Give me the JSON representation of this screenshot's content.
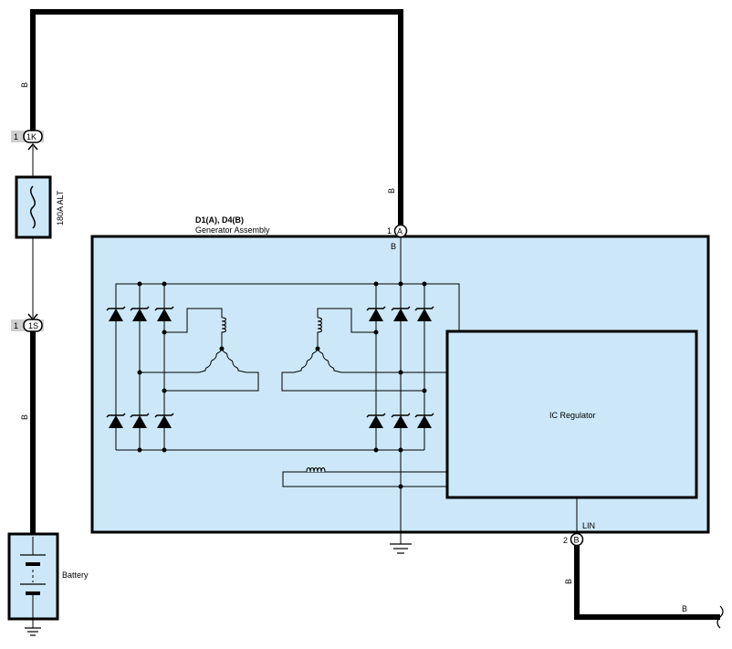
{
  "wire_color_code": "B",
  "lin_label": "LIN",
  "fuse": {
    "label": "180A ALT"
  },
  "connector_1k": {
    "pin": "1",
    "code": "1K"
  },
  "connector_1s": {
    "pin": "1",
    "code": "1S"
  },
  "connector_a": {
    "pin": "1",
    "code": "A"
  },
  "connector_b": {
    "pin": "2",
    "code": "B"
  },
  "generator": {
    "connector_ref": "D1(A), D4(B)",
    "name": "Generator Assembly"
  },
  "ic_regulator": {
    "label": "IC Regulator"
  },
  "battery": {
    "label": "Battery"
  },
  "colors": {
    "box_fill": "#cce8f8",
    "wire": "#000000",
    "connector_tab": "#cfcfcf"
  }
}
